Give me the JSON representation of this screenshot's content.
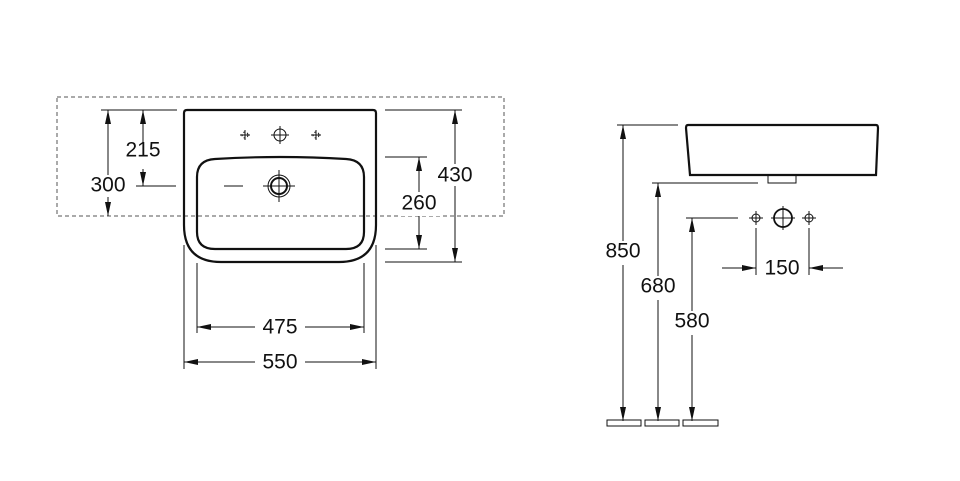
{
  "front_view": {
    "dimensions": {
      "total_depth": "300",
      "tap_hole_depth": "215",
      "basin_depth": "430",
      "bowl_depth": "260",
      "bowl_width": "475",
      "basin_width": "550"
    }
  },
  "side_view": {
    "dimensions": {
      "rim_height": "850",
      "waste_height": "680",
      "supply_height": "580",
      "supply_spacing": "150"
    }
  }
}
